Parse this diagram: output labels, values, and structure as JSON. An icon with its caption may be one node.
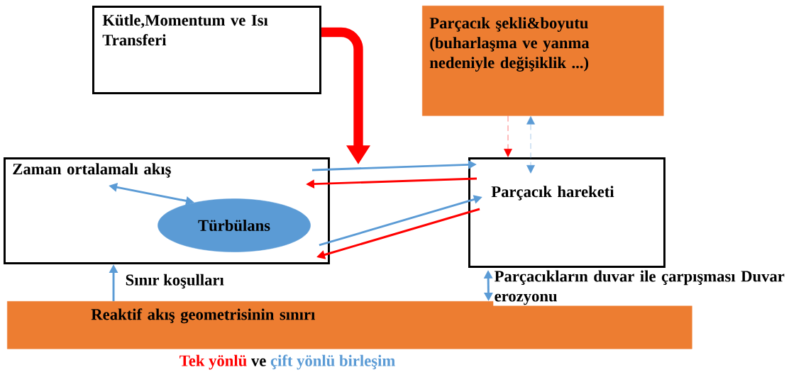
{
  "diagram": {
    "nodes": [
      {
        "text": [
          "Kütle,Momentum ve Isı Transferi"
        ]
      },
      {
        "text": [
          "Parçacık şekli&boyutu (buharlaşma ve yanma nedeniyle değişiklik ...)"
        ]
      },
      {
        "text": [
          "Zaman ortalamalı akış"
        ]
      },
      {
        "text": [
          "Türbülans"
        ],
        "in": 2
      },
      {
        "text": [
          "Parçacık hareketi"
        ]
      },
      {
        "text": [
          "Reaktif akış geometrisinin sınırı"
        ]
      }
    ],
    "edges": [
      {
        "from": 0,
        "to": null,
        "arrow": "to",
        "style": "thick",
        "color": "#ff0000"
      },
      {
        "from": 2,
        "to": 4,
        "arrow": "to"
      },
      {
        "from": 4,
        "to": 2,
        "arrow": "to",
        "color": "#ff0000"
      },
      {
        "from": 2,
        "to": 4,
        "arrow": "to"
      },
      {
        "from": 4,
        "to": 2,
        "arrow": "to",
        "color": "#ff0000"
      },
      {
        "from": 1,
        "to": 4,
        "arrow": "to",
        "style": "dashed",
        "color": "#ff0000"
      },
      {
        "from": 1,
        "to": 4,
        "arrow": "both",
        "style": "dashed"
      },
      {
        "from": 2,
        "to": 3,
        "arrow": "both"
      },
      {
        "from": 5,
        "to": 2,
        "arrow": "to",
        "label": "Sınır koşulları"
      },
      {
        "from": 4,
        "to": 5,
        "arrow": "both",
        "label": "Parçacıkların duvar ile çarpışması Duvar erozyonu"
      }
    ],
    "labels": [
      "Tek yönlü",
      "ve",
      "çift yönlü birleşim"
    ]
  }
}
